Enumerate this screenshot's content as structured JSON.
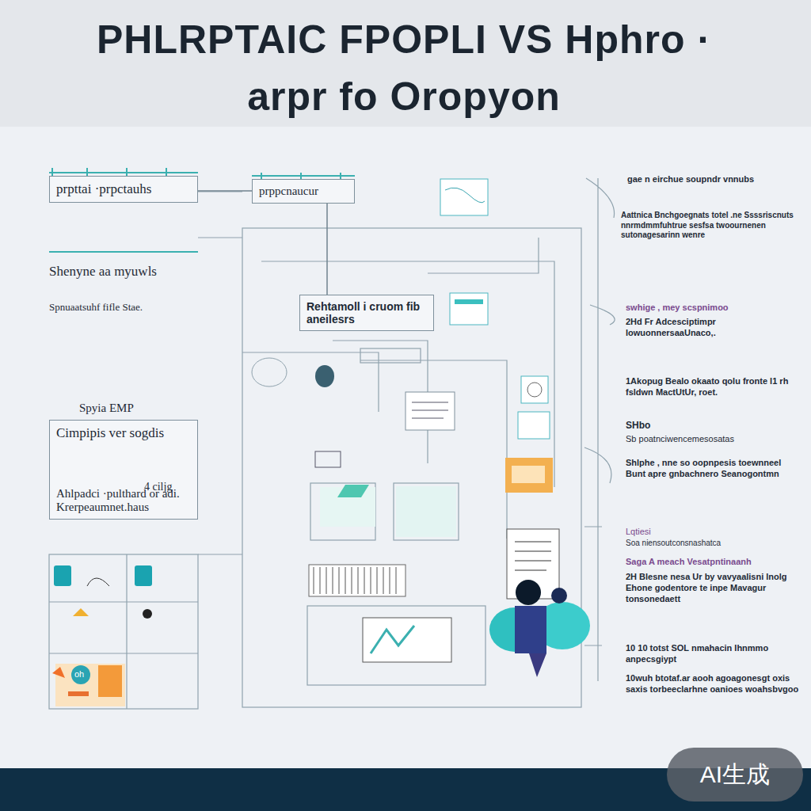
{
  "diagram": {
    "title": "PHLRPTAIC FPOPLI VS Hphro · arpr fo Oropyon",
    "nodes": [
      {
        "text": [
          "prpttai ·prpctauhs"
        ]
      },
      {
        "text": [
          "prppcnaucur"
        ]
      },
      {
        "text": [
          "Rehtamoll i cruom fib aneilesrs"
        ]
      },
      {
        "text": [
          "Cimpipis ver sogdis",
          "Ahlpadci ·pulthard or adi. Krerpeaumnet.haus"
        ]
      }
    ],
    "edges": [
      {
        "from": 0,
        "to": 1,
        "arrow": "none"
      },
      {
        "from": 1,
        "to": 2,
        "arrow": "none"
      }
    ],
    "labels": [
      "Shenyne aa myuwls",
      "Spnuaatsuhf fifle Stae.",
      "Spyia EMP",
      "4 ciljg",
      "oh",
      "gae n eirchue soupndr vnnubs",
      "Aattnica Bnchgoegnats totel .ne Ssssriscnuts nnrmdmmfuhtrue sesfsa twoournenen sutonagesarinn wenre",
      "swhige , mey scspnimoo",
      "2Hd Fr Adcesciptimpr lowuonnersaaUnaco,.",
      "1Akopug Bealo okaato qolu fronte l1 rh fsldwn MactUtUr, roet.",
      "SHbo",
      "Sb poatnciwencemesosatas",
      "Shlphe , nne so oopnpesis toewnneel Bunt apre gnbachnero Seanogontmn",
      "Lqtiesi",
      "Soa niensoutconsnashatca",
      "Saga A meach Vesatpntinaanh",
      "2H Blesne nesa Ur by vavyaalisni lnolg Ehone godentore te inpe Mavagur tonsonedaett",
      "10 10 totst SOL nmahacin Ihnmmo anpecsgiypt",
      "10wuh btotaf.ar aooh agoagonesgt oxis saxis torbeeclarhne oanioes woahsbvgoo",
      "AI生成"
    ]
  }
}
